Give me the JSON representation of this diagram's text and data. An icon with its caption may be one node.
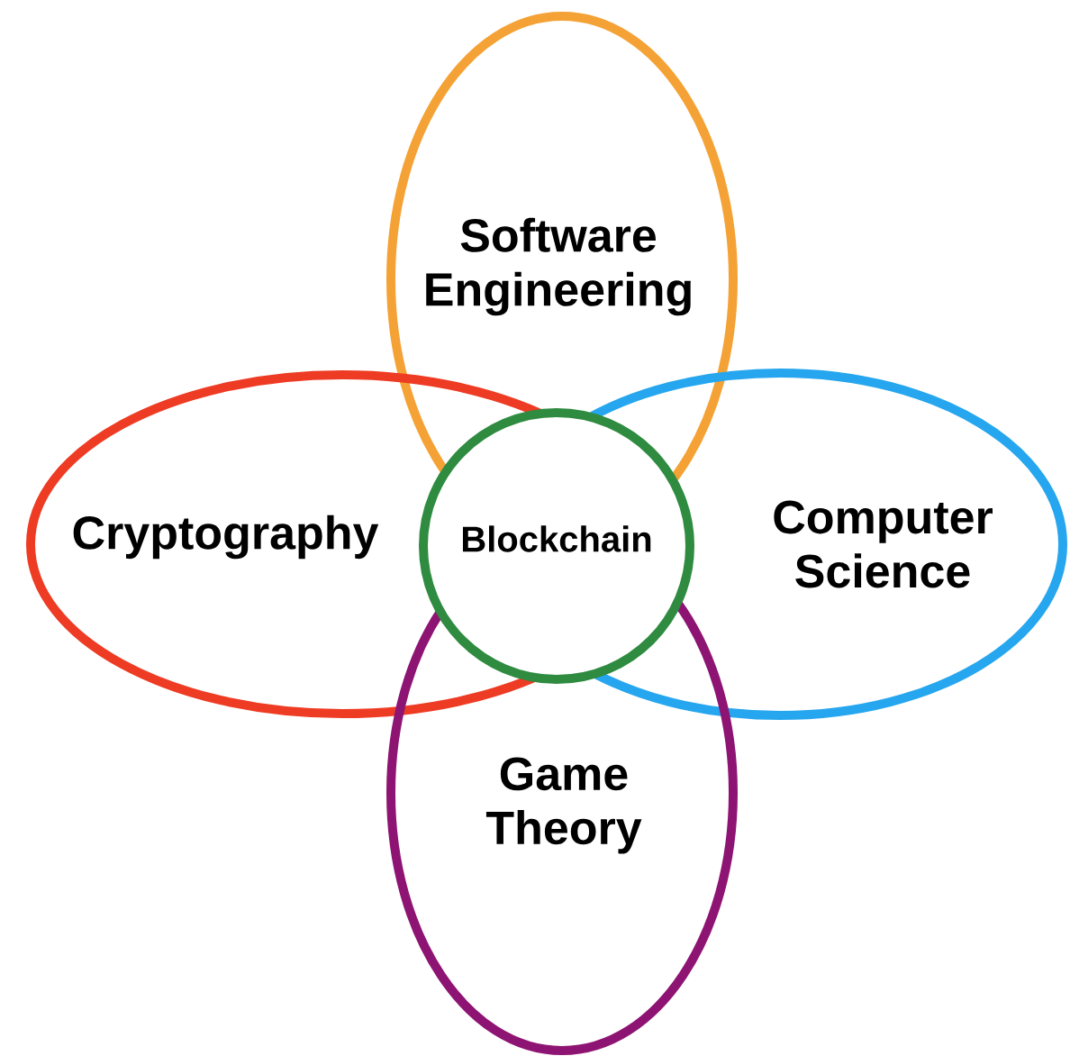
{
  "diagram": {
    "nodes": [
      {
        "text": [
          "Software Engineering"
        ]
      },
      {
        "text": [
          "Cryptography"
        ]
      },
      {
        "text": [
          "Blockchain"
        ]
      },
      {
        "text": [
          "Computer Science"
        ]
      },
      {
        "text": [
          "Game Theory"
        ]
      }
    ]
  }
}
